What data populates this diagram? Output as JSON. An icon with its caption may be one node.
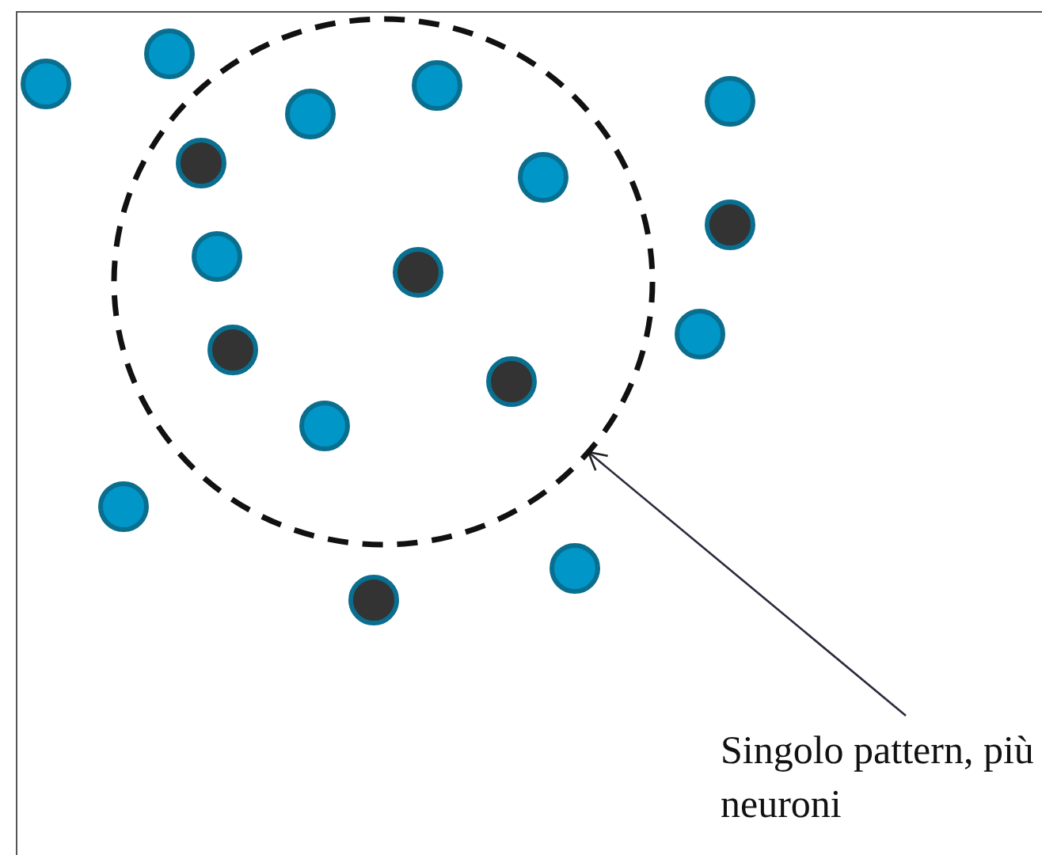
{
  "diagram": {
    "nodes": [
      {
        "text": [
          "Singolo pattern, più neuroni"
        ]
      },
      {
        "text": [],
        "shape": "circle"
      }
    ],
    "edges": [
      {
        "from": 0,
        "to": 1,
        "arrow": "to"
      }
    ]
  }
}
